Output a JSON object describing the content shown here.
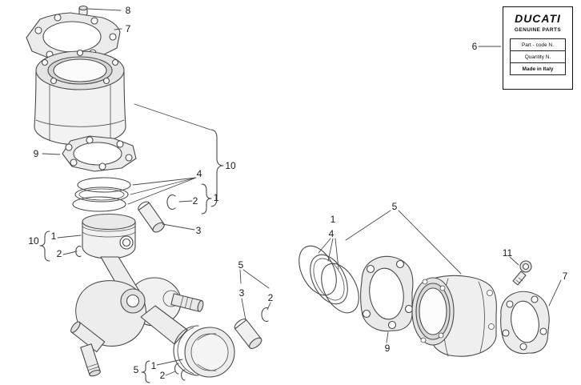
{
  "page": {
    "background": "#ffffff",
    "line_color": "#4a4a4a"
  },
  "callouts": {
    "plug_top": "8",
    "head_gasket_top": "7",
    "label_box_ref": "6",
    "base_gasket_left": "9",
    "rings_left": "4",
    "circlip_left": "2",
    "piston_assy_left": "1",
    "cylinder_assy_left": "10",
    "pin_left": "3",
    "cylinder_assy_piston": "10",
    "piston_assy_piston": "1",
    "circlip_piston": "2",
    "cylinder_assy_mid": "5",
    "pin_mid": "3",
    "circlip_mid": "2",
    "piston_assy_rings": "1",
    "rings_right": "4",
    "cylinder_assy_right": "5",
    "base_gasket_right": "9",
    "bolt": "11",
    "head_gasket_right": "7",
    "cylinder_assy_bottom": "5",
    "piston_assy_bottom": "1",
    "circlip_bottom": "2"
  },
  "label_box": {
    "brand": "DUCATI",
    "subtitle": "GENUINE PARTS",
    "rows": {
      "row1": "Part - code N.",
      "row2": "Quantity N.",
      "row3": "Made in Italy"
    }
  }
}
